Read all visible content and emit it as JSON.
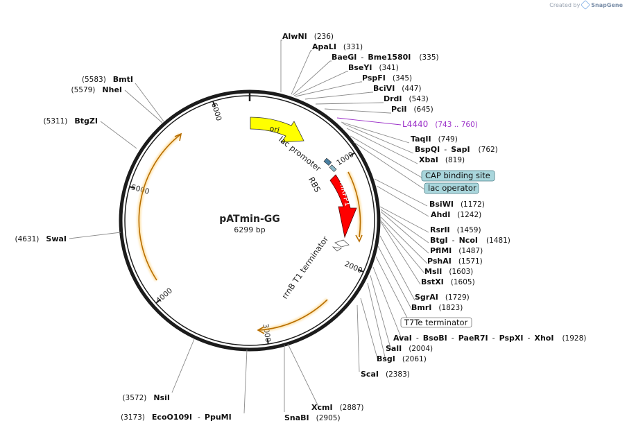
{
  "watermark": {
    "prefix": "Created by",
    "brand": "SnapGene"
  },
  "plasmid": {
    "name": "pATmin-GG",
    "size_label": "6299 bp",
    "length": 6299
  },
  "colors": {
    "backbone": "#1c1c1c",
    "ori": "#ffff00",
    "mrfp": "#ff0000",
    "ampr": "#ffb64a",
    "primer": "#9b30c8",
    "feature_box": "#a9d6dc",
    "line": "#8a8a8a"
  },
  "ticks": [
    {
      "bp": 1000,
      "label": "1000"
    },
    {
      "bp": 2000,
      "label": "2000"
    },
    {
      "bp": 3000,
      "label": "3000"
    },
    {
      "bp": 4000,
      "label": "4000"
    },
    {
      "bp": 5000,
      "label": "5000"
    },
    {
      "bp": 6000,
      "label": "6000"
    }
  ],
  "features": [
    {
      "label": "ori",
      "start": 20,
      "end": 600,
      "type": "ori"
    },
    {
      "label": "mRFP1",
      "start": 1000,
      "end": 1700,
      "type": "cds"
    },
    {
      "label": "lac promoter",
      "type": "promoter_label"
    },
    {
      "label": "RBS",
      "type": "rbs_label"
    },
    {
      "label": "rrnB T1 terminator",
      "type": "terminator_label"
    }
  ],
  "enzymes_left": [
    {
      "name": "BmtI",
      "pos": "(5583)"
    },
    {
      "name": "NheI",
      "pos": "(5579)"
    },
    {
      "name": "BtgZI",
      "pos": "(5311)"
    },
    {
      "name": "SwaI",
      "pos": "(4631)"
    },
    {
      "name": "NsiI",
      "pos": "(3572)"
    },
    {
      "name": "EcoO109I",
      "extra": "PpuMI",
      "pos": "(3173)"
    }
  ],
  "enzymes_right": [
    {
      "name": "AlwNI",
      "pos": "(236)"
    },
    {
      "name": "ApaLI",
      "pos": "(331)"
    },
    {
      "name": "BaeGI",
      "extra": "Bme1580I",
      "pos": "(335)"
    },
    {
      "name": "BseYI",
      "pos": "(341)"
    },
    {
      "name": "PspFI",
      "pos": "(345)"
    },
    {
      "name": "BciVI",
      "pos": "(447)"
    },
    {
      "name": "DrdI",
      "pos": "(543)"
    },
    {
      "name": "PciI",
      "pos": "(645)"
    },
    {
      "name": "TaqII",
      "pos": "(749)"
    },
    {
      "name": "BspQI",
      "extra": "SapI",
      "pos": "(762)"
    },
    {
      "name": "XbaI",
      "pos": "(819)"
    },
    {
      "name": "BsiWI",
      "pos": "(1172)"
    },
    {
      "name": "AhdI",
      "pos": "(1242)"
    },
    {
      "name": "RsrII",
      "pos": "(1459)"
    },
    {
      "name": "BtgI",
      "extra": "NcoI",
      "pos": "(1481)"
    },
    {
      "name": "PflMI",
      "pos": "(1487)"
    },
    {
      "name": "PshAI",
      "pos": "(1571)"
    },
    {
      "name": "MslI",
      "pos": "(1603)"
    },
    {
      "name": "BstXI",
      "pos": "(1605)"
    },
    {
      "name": "SgrAI",
      "pos": "(1729)"
    },
    {
      "name": "BmrI",
      "pos": "(1823)"
    },
    {
      "name": "AvaI",
      "extra": "BsoBI",
      "extra2": "PaeR7I",
      "extra3": "PspXI",
      "extra4": "XhoI",
      "pos": "(1928)"
    },
    {
      "name": "SalI",
      "pos": "(2004)"
    },
    {
      "name": "BsgI",
      "pos": "(2061)"
    },
    {
      "name": "ScaI",
      "pos": "(2383)"
    },
    {
      "name": "XcmI",
      "pos": "(2887)"
    },
    {
      "name": "SnaBI",
      "pos": "(2905)"
    }
  ],
  "primer": {
    "name": "L4440",
    "range": "(743 .. 760)"
  },
  "boxed_features": [
    {
      "label": "CAP binding site"
    },
    {
      "label": "lac operator"
    },
    {
      "label": "T7Te terminator"
    }
  ]
}
